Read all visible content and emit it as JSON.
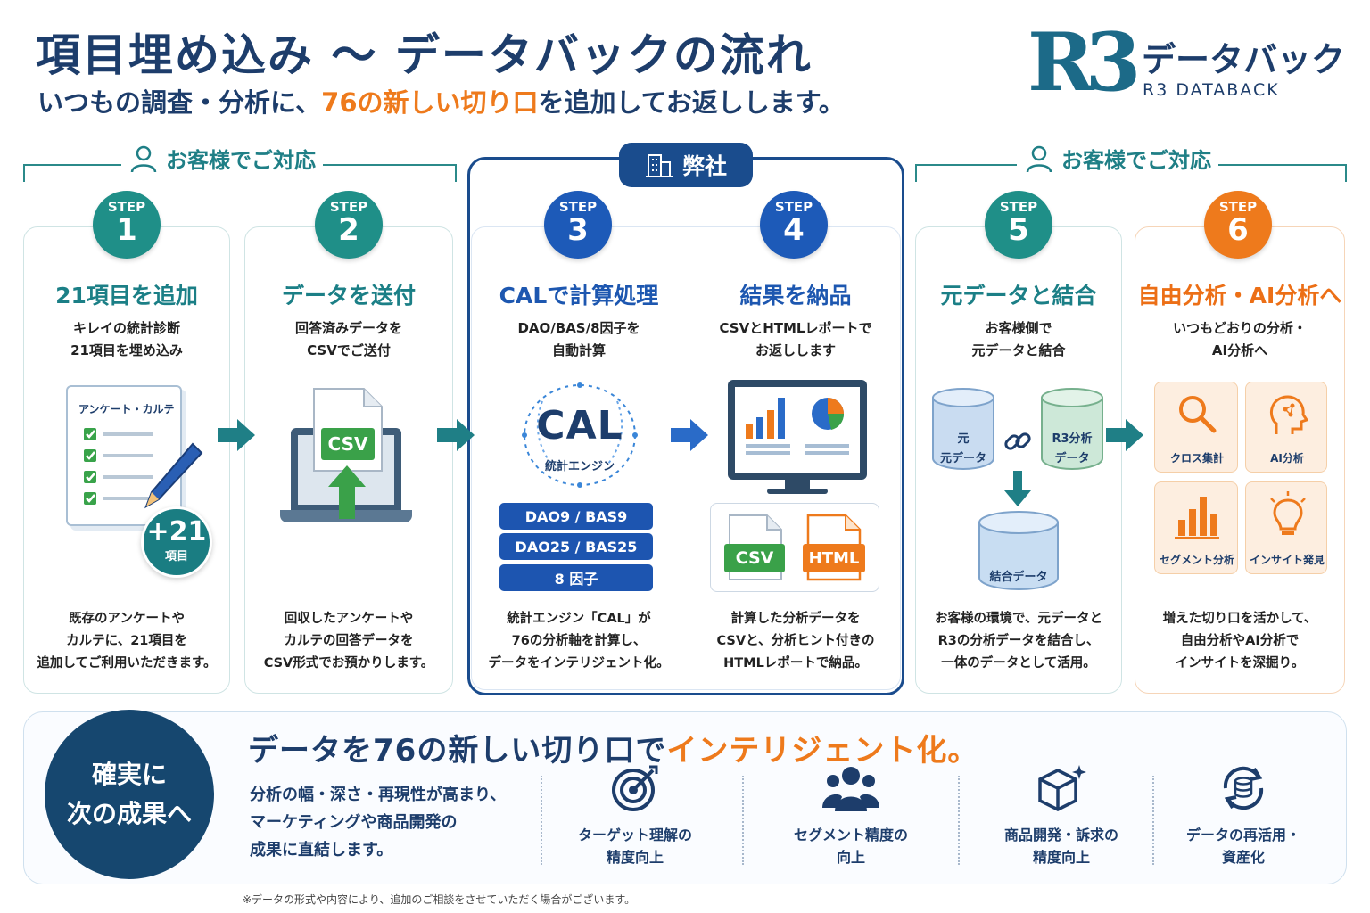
{
  "header": {
    "title": "項目埋め込み 〜 データバックの流れ",
    "subtitle_pre": "いつもの調査・分析に、",
    "subtitle_hl": "76の新しい切り口",
    "subtitle_post": "を追加してお返しします。",
    "logo_mark": "R3",
    "logo_jp": "データバック",
    "logo_en": "R3 DATABACK"
  },
  "groups": {
    "left_label": "お客様でご対応",
    "center_label": "弊社",
    "right_label": "お客様でご対応"
  },
  "steps": [
    {
      "step": "STEP",
      "num": "1",
      "title": "21項目を追加",
      "sub1": "キレイの統計診断",
      "sub2": "21項目を埋め込み",
      "desc1": "既存のアンケートや",
      "desc2": "カルテに、21項目を",
      "desc3": "追加してご利用いただきます。",
      "doc_label": "アンケート・カルテ",
      "badge_num": "+21",
      "badge_txt": "項目"
    },
    {
      "step": "STEP",
      "num": "2",
      "title": "データを送付",
      "sub1": "回答済みデータを",
      "sub2": "CSVでご送付",
      "desc1": "回収したアンケートや",
      "desc2": "カルテの回答データを",
      "desc3": "CSV形式でお預かりします。",
      "file_label": "CSV"
    },
    {
      "step": "STEP",
      "num": "3",
      "title": "CALで計算処理",
      "sub1": "DAO/BAS/8因子を",
      "sub2": "自動計算",
      "desc1": "統計エンジン「CAL」が",
      "desc2": "76の分析軸を計算し、",
      "desc3": "データをインテリジェント化。",
      "engine_name": "CAL",
      "engine_sub": "統計エンジン",
      "pills": [
        "DAO9 / BAS9",
        "DAO25 / BAS25",
        "8 因子"
      ]
    },
    {
      "step": "STEP",
      "num": "4",
      "title": "結果を納品",
      "sub1": "CSVとHTMLレポートで",
      "sub2": "お返しします",
      "desc1": "計算した分析データを",
      "desc2": "CSVと、分析ヒント付きの",
      "desc3": "HTMLレポートで納品。",
      "file1": "CSV",
      "file2": "HTML"
    },
    {
      "step": "STEP",
      "num": "5",
      "title": "元データと結合",
      "sub1": "お客様側で",
      "sub2": "元データと結合",
      "desc1": "お客様の環境で、元データと",
      "desc2": "R3の分析データを結合し、",
      "desc3": "一体のデータとして活用。",
      "db1a": "元",
      "db1b": "元データ",
      "db2a": "R3分析",
      "db2b": "データ",
      "db3": "結合データ"
    },
    {
      "step": "STEP",
      "num": "6",
      "title": "自由分析・AI分析へ",
      "sub1": "いつもどおりの分析・",
      "sub2": "AI分析へ",
      "desc1": "増えた切り口を活かして、",
      "desc2": "自由分析やAI分析で",
      "desc3": "インサイトを深掘り。",
      "tiles": [
        "クロス集計",
        "AI分析",
        "セグメント分析",
        "インサイト発見"
      ]
    }
  ],
  "bottom": {
    "circle_line1": "確実に",
    "circle_line2": "次の成果へ",
    "head_pre": "データを76の新しい切り口で",
    "head_hl": "インテリジェント化。",
    "body1": "分析の幅・深さ・再現性が高まり、",
    "body2": "マーケティングや商品開発の",
    "body3": "成果に直結します。",
    "benefits": [
      {
        "l1": "ターゲット理解の",
        "l2": "精度向上"
      },
      {
        "l1": "セグメント精度の",
        "l2": "向上"
      },
      {
        "l1": "商品開発・訴求の",
        "l2": "精度向上"
      },
      {
        "l1": "データの再活用・",
        "l2": "資産化"
      }
    ],
    "note": "※データの形式や内容により、追加のご相談をさせていただく場合がございます。"
  },
  "colors": {
    "navy": "#1d3d6b",
    "teal": "#1f8f88",
    "blue": "#1d5ab8",
    "orange": "#ee7a1c"
  }
}
